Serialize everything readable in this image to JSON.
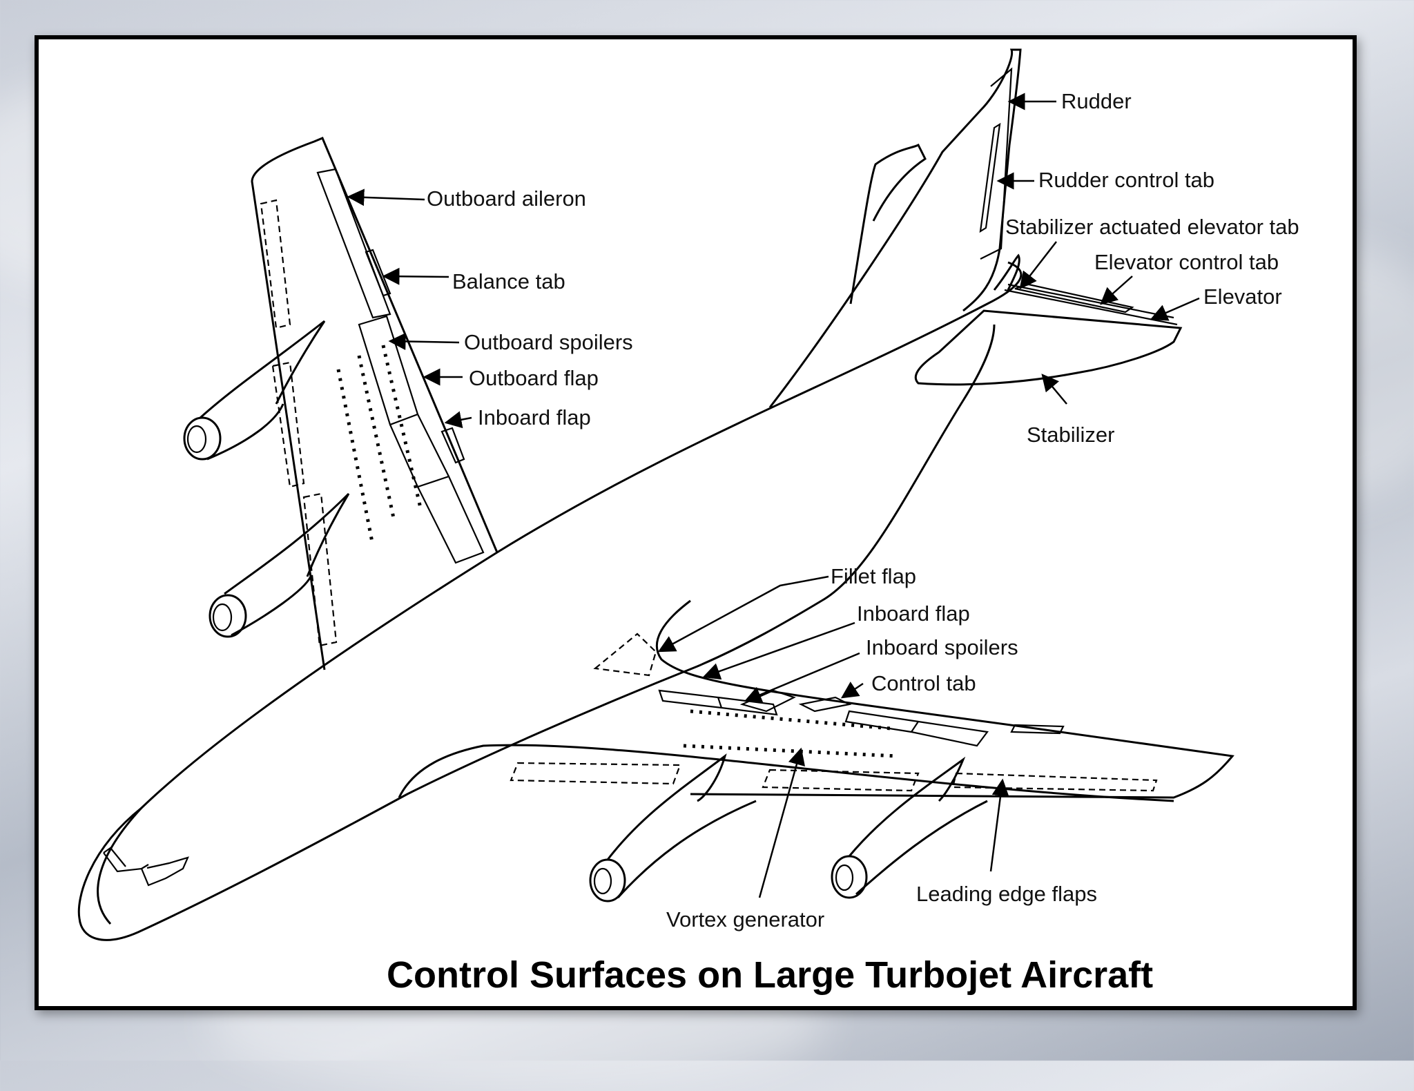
{
  "title": "Control Surfaces on Large Turbojet Aircraft",
  "labels": {
    "rudder": "Rudder",
    "rudder_control_tab": "Rudder control tab",
    "stabilizer_actuated_elevator_tab": "Stabilizer actuated elevator tab",
    "elevator_control_tab": "Elevator control tab",
    "elevator": "Elevator",
    "stabilizer": "Stabilizer",
    "outboard_aileron": "Outboard aileron",
    "balance_tab": "Balance tab",
    "outboard_spoilers": "Outboard spoilers",
    "outboard_flap": "Outboard flap",
    "inboard_flap_upper": "Inboard flap",
    "fillet_flap": "Fillet flap",
    "inboard_flap_lower": "Inboard flap",
    "inboard_spoilers": "Inboard spoilers",
    "control_tab": "Control tab",
    "leading_edge_flaps": "Leading edge flaps",
    "vortex_generator": "Vortex generator"
  }
}
